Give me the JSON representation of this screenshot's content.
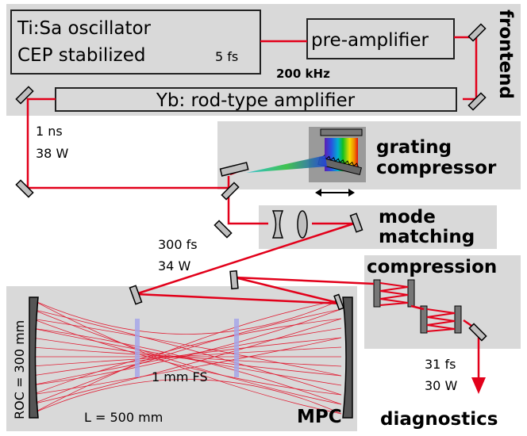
{
  "frontend": {
    "title": "frontend",
    "oscillator_line1": "Ti:Sa oscillator",
    "oscillator_line2": "CEP stabilized",
    "oscillator_pulse": "5 fs",
    "preamp": "pre-amplifier",
    "rep_rate": "200 kHz",
    "rod_amp": "Yb: rod-type amplifier"
  },
  "after_amp": {
    "duration": "1 ns",
    "power": "38 W"
  },
  "grating_compressor": {
    "line1": "grating",
    "line2": "compressor"
  },
  "mode_matching": {
    "line1": "mode",
    "line2": "matching"
  },
  "after_compressor": {
    "duration": "300 fs",
    "power": "34 W"
  },
  "compression": {
    "title": "compression"
  },
  "output": {
    "duration": "31 fs",
    "power": "30 W",
    "target": "diagnostics"
  },
  "mpc": {
    "title": "MPC",
    "roc": "ROC = 300 mm",
    "length": "L = 500 mm",
    "fs_plate": "1 mm FS"
  },
  "colors": {
    "beam": "#e2001a",
    "panel": "#d9d9d9",
    "mirror": "#444444",
    "fs_plate": "#a6a6e8"
  }
}
